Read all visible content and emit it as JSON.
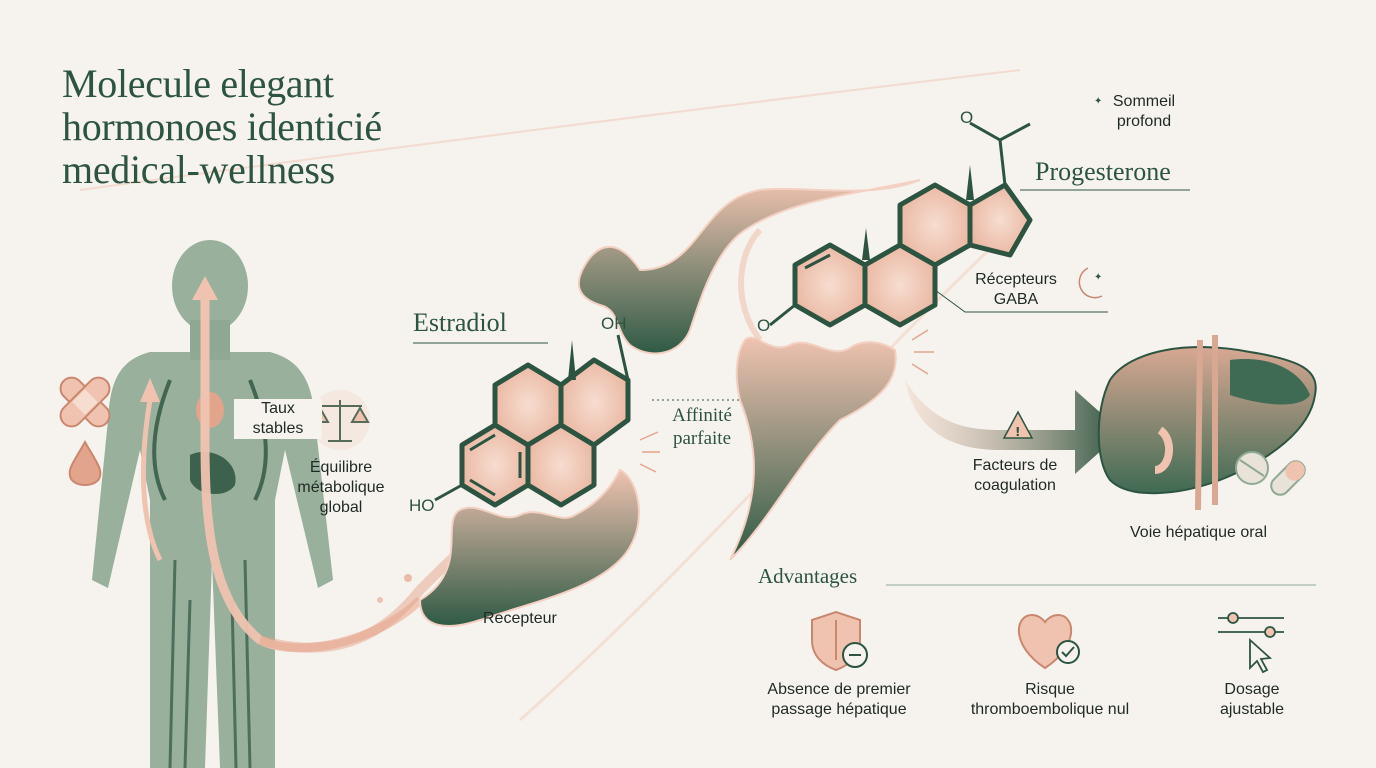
{
  "title": {
    "lines": [
      "Molecule  elegant",
      "hormonoes identicié",
      "medical-wellness"
    ]
  },
  "labels": {
    "estradiol": "Estradiol",
    "oh": "OH",
    "ho": "HO",
    "o_top": "O",
    "o_left": "O",
    "progesterone": "Progesterone",
    "affinity": [
      "Affinité",
      "parfaite"
    ],
    "receptor": "Recepteur",
    "taux": [
      "Taux",
      "stables"
    ],
    "equilibre": [
      "Équilibre",
      "métabolique",
      "global"
    ],
    "sommeil": [
      "Sommeil",
      "profond"
    ],
    "gaba": [
      "Récepteurs",
      "GABA"
    ],
    "facteurs": [
      "Facteurs de",
      "coagulation"
    ],
    "voie": "Voie hépatique oral"
  },
  "advantages": {
    "heading": "Advantages",
    "items": [
      {
        "lines": [
          "Absence de premier",
          "passage hépatique"
        ],
        "icon": "shield-minus-icon"
      },
      {
        "lines": [
          "Risque",
          "thromboembolique nul"
        ],
        "icon": "heart-check-icon"
      },
      {
        "lines": [
          "Dosage",
          "ajustable"
        ],
        "icon": "slider-cursor-icon"
      }
    ]
  },
  "colors": {
    "green": "#2c5440",
    "sage": "#8fa894",
    "peach": "#efc3b0",
    "peach_dark": "#e3a48c",
    "bg": "#f6f3ee"
  }
}
